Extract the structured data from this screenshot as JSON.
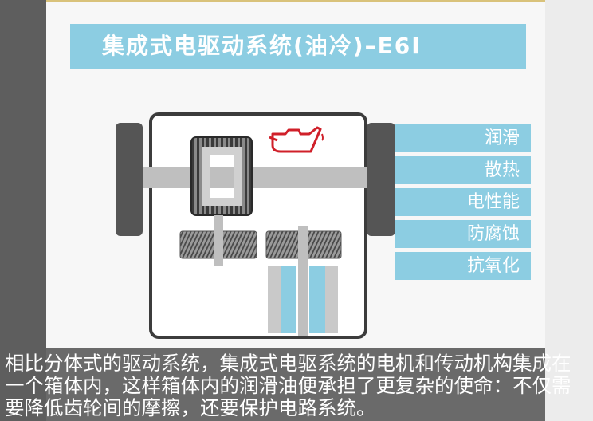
{
  "title": "集成式电驱动系统(油冷)–E6I",
  "functions": [
    "润滑",
    "散热",
    "电性能",
    "防腐蚀",
    "抗氧化"
  ],
  "caption": "相比分体式的驱动系统，集成式电驱系统的电机和传动机构集成在一个箱体内，这样箱体内的润滑油便承担了更复杂的使命：不仅需要降低齿轮间的摩擦，还要保护电路系统。",
  "colors": {
    "band": "#8ccde2",
    "oil_can": "#d0202a",
    "wheel": "#555555",
    "axle": "#bfbfbf"
  },
  "icons": [
    "oil-can-icon"
  ]
}
